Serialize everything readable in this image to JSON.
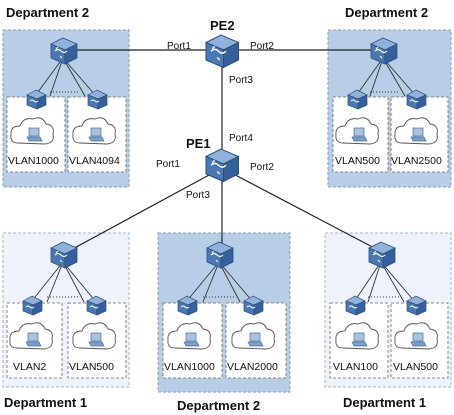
{
  "pe2": {
    "label": "PE2",
    "ports": {
      "port1": "Port1",
      "port2": "Port2",
      "port3": "Port3"
    }
  },
  "pe1": {
    "label": "PE1",
    "ports": {
      "port1": "Port1",
      "port2": "Port2",
      "port3": "Port3",
      "port4": "Port4"
    }
  },
  "departments": [
    {
      "title": "Department 2",
      "vlans": [
        "VLAN1000",
        "VLAN4094"
      ]
    },
    {
      "title": "Department 2",
      "vlans": [
        "VLAN500",
        "VLAN2500"
      ]
    },
    {
      "title": "Department 1",
      "vlans": [
        "VLAN2",
        "VLAN500"
      ]
    },
    {
      "title": "Department 2",
      "vlans": [
        "VLAN1000",
        "VLAN2000"
      ]
    },
    {
      "title": "Department 1",
      "vlans": [
        "VLAN100",
        "VLAN500"
      ]
    }
  ],
  "colors": {
    "dept_dark_fill": "#b8cde6",
    "dept_light_fill": "#eef3fb",
    "switch_face": "#4a78b4",
    "switch_top": "#8fb1da",
    "cloud_fill": "#ffffff",
    "link": "#222222"
  }
}
